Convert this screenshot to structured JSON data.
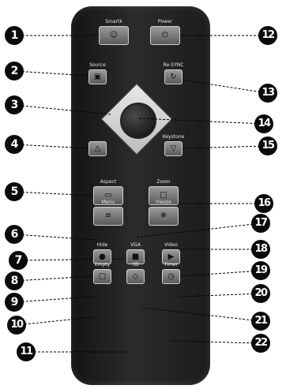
{
  "remote": {
    "buttons": [
      {
        "label": "Smartk",
        "icon": "person-icon"
      },
      {
        "label": "Power",
        "icon": "power-icon"
      },
      {
        "label": "Source",
        "icon": "source-icon"
      },
      {
        "label": "Re-SYNC",
        "icon": "sync-icon"
      },
      {
        "label": "",
        "icon": "keystone-up-icon"
      },
      {
        "label": "Keystone",
        "icon": "keystone-down-icon"
      },
      {
        "label": "Aspect",
        "icon": "aspect-icon"
      },
      {
        "label": "Zoom",
        "icon": "zoom-icon"
      },
      {
        "label": "Menu",
        "icon": "menu-icon"
      },
      {
        "label": "Freeze",
        "icon": "freeze-icon"
      },
      {
        "label": "Hide",
        "icon": "hide-icon"
      },
      {
        "label": "VGA",
        "icon": "vga-icon"
      },
      {
        "label": "Video",
        "icon": "video-icon"
      },
      {
        "label": "Empty",
        "icon": "empty-icon"
      },
      {
        "label": "3D",
        "icon": "3d-icon"
      },
      {
        "label": "Timer",
        "icon": "timer-icon"
      }
    ],
    "dpad_icon": "directional-pad"
  },
  "callouts": [
    "1",
    "2",
    "3",
    "4",
    "5",
    "6",
    "7",
    "8",
    "9",
    "10",
    "11",
    "12",
    "13",
    "14",
    "15",
    "16",
    "17",
    "18",
    "19",
    "20",
    "21",
    "22"
  ],
  "colors": {
    "body": "#1e1e1e",
    "badge": "#0b0b0b",
    "badge_text": "#ffffff",
    "leader": "#000000"
  }
}
